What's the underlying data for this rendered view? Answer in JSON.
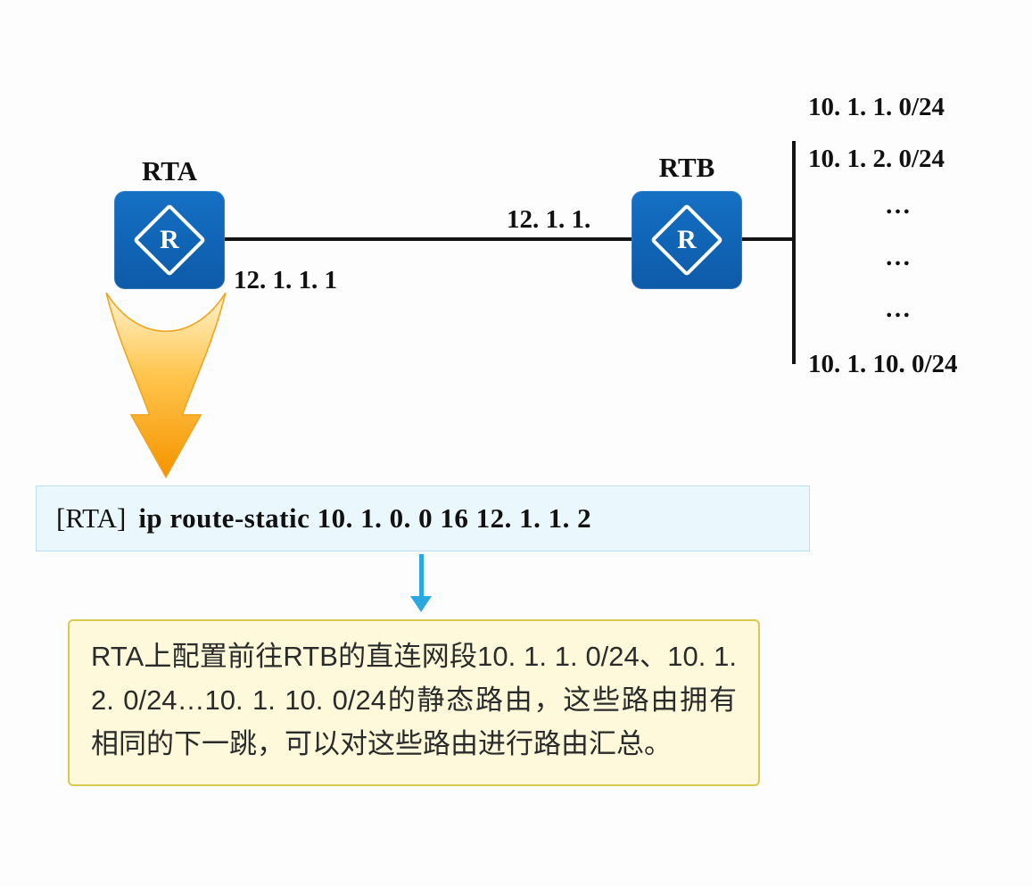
{
  "diagram": {
    "router_letter": "R",
    "routers": [
      {
        "id": "rta",
        "label": "RTA"
      },
      {
        "id": "rtb",
        "label": "RTB"
      }
    ],
    "link_labels": {
      "near_rtb": "12. 1. 1.",
      "near_rta": "12. 1. 1. 1"
    },
    "networks": [
      "10. 1. 1. 0/24",
      "10. 1. 2. 0/24",
      "…",
      "…",
      "…",
      "10. 1. 10. 0/24"
    ],
    "command": {
      "prompt": "[RTA]",
      "text": "ip route-static 10. 1. 0. 0 16 12. 1. 1. 2"
    },
    "note": "RTA上配置前往RTB的直连网段10. 1. 1. 0/24、10. 1. 2. 0/24…10. 1. 10. 0/24的静态路由，这些路由拥有相同的下一跳，可以对这些路由进行路由汇总。",
    "colors": {
      "router_blue": "#0d5aa8",
      "swoosh_orange": "#f59300",
      "swoosh_light": "#fff3cf",
      "command_box_bg": "#eaf7fd",
      "command_box_border": "#b8e0f2",
      "note_bg": "#fdf9da",
      "note_border": "#d9c94f",
      "blue_arrow": "#2aa9e0"
    }
  }
}
